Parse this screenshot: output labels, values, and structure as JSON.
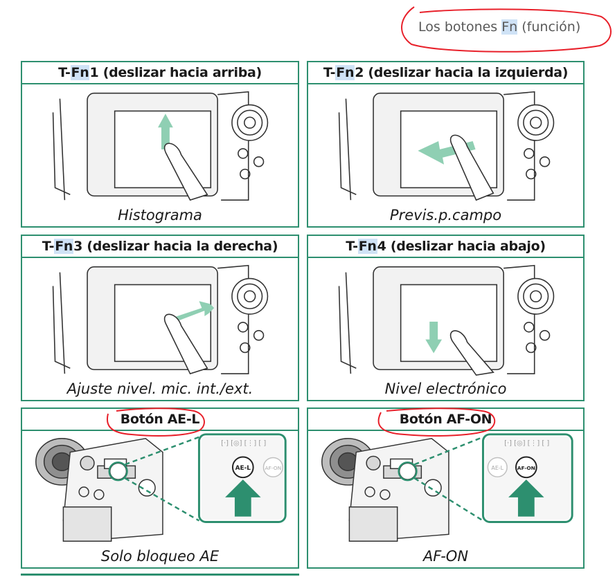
{
  "page_header": {
    "title_before": "Los botones ",
    "title_highlight": "Fn",
    "title_after": " (función)"
  },
  "panels": [
    {
      "title_prefix": "T-",
      "title_highlight": "Fn",
      "title_suffix": "1 (deslizar hacia arriba)",
      "caption": "Histograma",
      "gesture": "swipe-up"
    },
    {
      "title_prefix": "T-",
      "title_highlight": "Fn",
      "title_suffix": "2 (deslizar hacia la izquierda)",
      "caption": "Previs.p.campo",
      "gesture": "swipe-left"
    },
    {
      "title_prefix": "T-",
      "title_highlight": "Fn",
      "title_suffix": "3 (deslizar hacia la derecha)",
      "caption": "Ajuste nivel. mic. int./ext.",
      "gesture": "swipe-right"
    },
    {
      "title_prefix": "T-",
      "title_highlight": "Fn",
      "title_suffix": "4 (deslizar hacia abajo)",
      "caption": "Nivel electrónico",
      "gesture": "swipe-down"
    },
    {
      "title": "Botón AE-L",
      "caption": "Solo bloqueo AE",
      "button_label": "AE-L",
      "other_button_label": "AF-ON",
      "zoom_icons": "[·] [◎] [⋮] [ ]"
    },
    {
      "title": "Botón AF-ON",
      "caption": "AF-ON",
      "button_label": "AF-ON",
      "other_button_label": "AE-L",
      "zoom_icons": "[·] [◎] [⋮] [ ]"
    }
  ],
  "colors": {
    "accent_green": "#2d8f6f",
    "highlight_blue": "#cfe2f6",
    "annotation_red": "#e8202a"
  }
}
